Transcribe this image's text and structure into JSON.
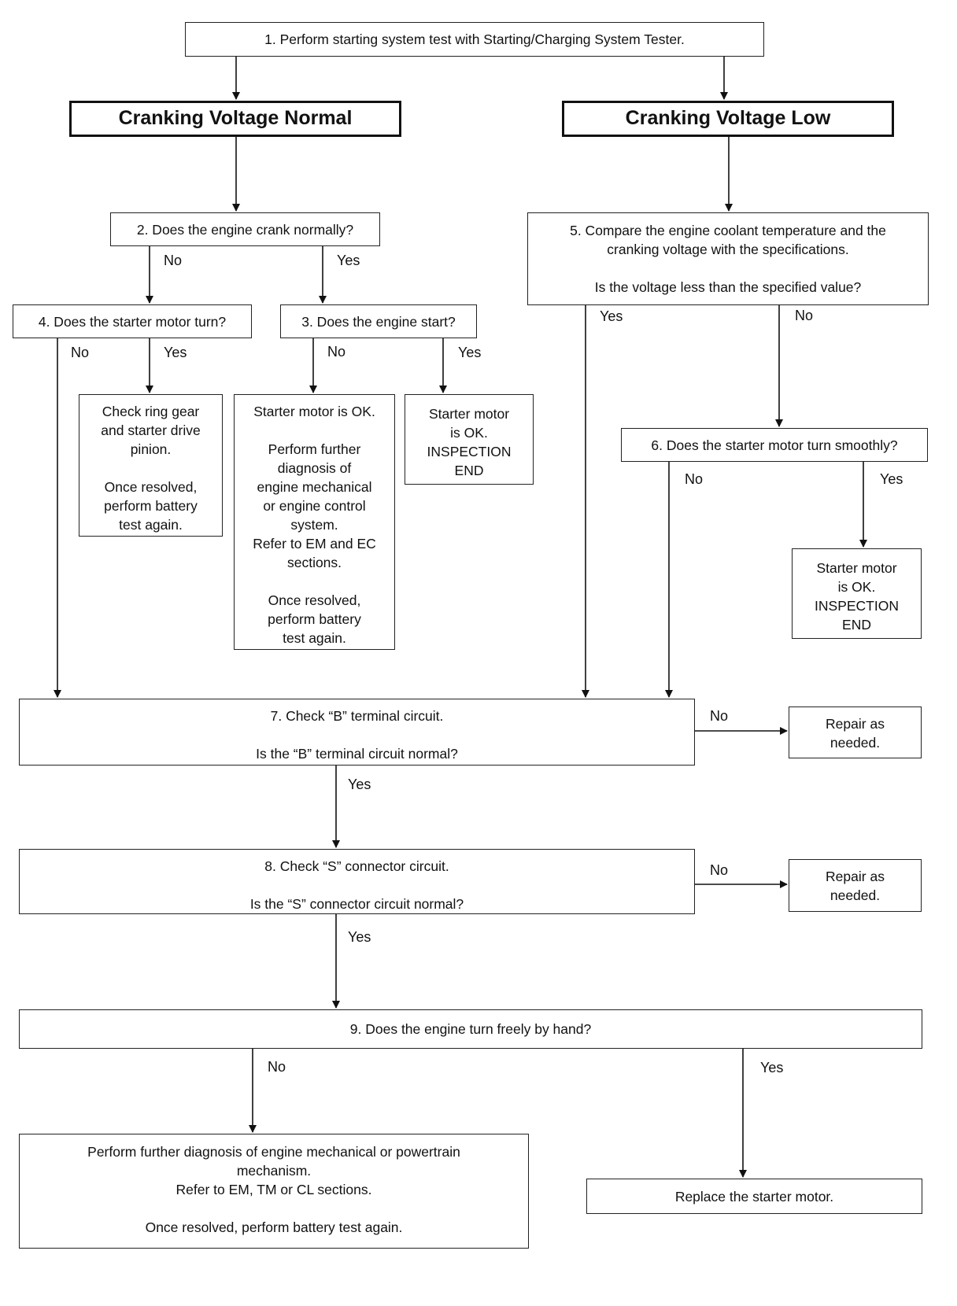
{
  "boxes": {
    "step1": {
      "lines": [
        "1. Perform starting system test with Starting/Charging System Tester."
      ]
    },
    "normal": {
      "lines": [
        "Cranking Voltage Normal"
      ]
    },
    "low": {
      "lines": [
        "Cranking Voltage Low"
      ]
    },
    "step2": {
      "lines": [
        "2. Does the engine crank normally?"
      ]
    },
    "step5": {
      "lines": [
        "5. Compare the engine coolant temperature and the",
        "cranking voltage with the specifications.",
        "",
        "Is the voltage less than the specified value?"
      ]
    },
    "step4": {
      "lines": [
        "4. Does the starter motor turn?"
      ]
    },
    "step3": {
      "lines": [
        "3. Does the engine start?"
      ]
    },
    "ringgear": {
      "lines": [
        "Check ring gear",
        "and starter drive",
        "pinion.",
        "",
        "Once resolved,",
        "perform battery",
        "test again."
      ]
    },
    "starter_ok_further": {
      "lines": [
        "Starter motor is OK.",
        "",
        "Perform further",
        "diagnosis of",
        "engine mechanical",
        "or engine control",
        "system.",
        "Refer to EM and EC",
        "sections.",
        "",
        "Once resolved,",
        "perform battery",
        "test again."
      ]
    },
    "starter_ok_end1": {
      "lines": [
        "Starter motor",
        "is OK.",
        "INSPECTION",
        "END"
      ]
    },
    "step6": {
      "lines": [
        "6. Does the starter motor turn smoothly?"
      ]
    },
    "starter_ok_end2": {
      "lines": [
        "Starter motor",
        "is OK.",
        "INSPECTION",
        "END"
      ]
    },
    "step7": {
      "lines": [
        "7. Check “B” terminal circuit.",
        "",
        "Is the “B” terminal circuit normal?"
      ]
    },
    "repair1": {
      "lines": [
        "Repair as",
        "needed."
      ]
    },
    "step8": {
      "lines": [
        "8. Check “S” connector circuit.",
        "",
        "Is the “S” connector circuit normal?"
      ]
    },
    "repair2": {
      "lines": [
        "Repair as",
        "needed."
      ]
    },
    "step9": {
      "lines": [
        "9. Does the engine turn freely by hand?"
      ]
    },
    "further_diag": {
      "lines": [
        "Perform further diagnosis of engine mechanical or powertrain",
        "mechanism.",
        "Refer to EM, TM or CL sections.",
        "",
        "Once resolved, perform battery test again."
      ]
    },
    "replace": {
      "lines": [
        "Replace the starter motor."
      ]
    }
  },
  "labels": {
    "s2_no": "No",
    "s2_yes": "Yes",
    "s5_yes": "Yes",
    "s5_no": "No",
    "s4_no": "No",
    "s4_yes": "Yes",
    "s3_no": "No",
    "s3_yes": "Yes",
    "s6_no": "No",
    "s6_yes": "Yes",
    "s7_no": "No",
    "s7_yes": "Yes",
    "s8_no": "No",
    "s8_yes": "Yes",
    "s9_no": "No",
    "s9_yes": "Yes"
  }
}
